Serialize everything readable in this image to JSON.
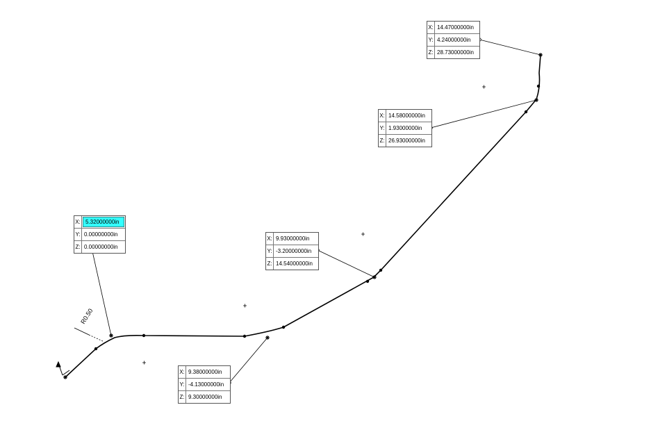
{
  "callouts": [
    {
      "x": "5.32000000in",
      "y": "0.00000000in",
      "z": "0.00000000in"
    },
    {
      "x": "9.38000000in",
      "y": "-4.13000000in",
      "z": "9.30000000in"
    },
    {
      "x": "9.93000000in",
      "y": "-3.20000000in",
      "z": "14.54000000in"
    },
    {
      "x": "14.58000000in",
      "y": "1.93000000in",
      "z": "26.93000000in"
    },
    {
      "x": "14.47000000in",
      "y": "4.24000000in",
      "z": "28.73000000in"
    }
  ],
  "axis_labels": {
    "x": "X:",
    "y": "Y:",
    "z": "Z:"
  },
  "radius_label": "R0.50",
  "colors": {
    "curve": "#000000",
    "highlight": "#33ffff",
    "border": "#555555"
  }
}
